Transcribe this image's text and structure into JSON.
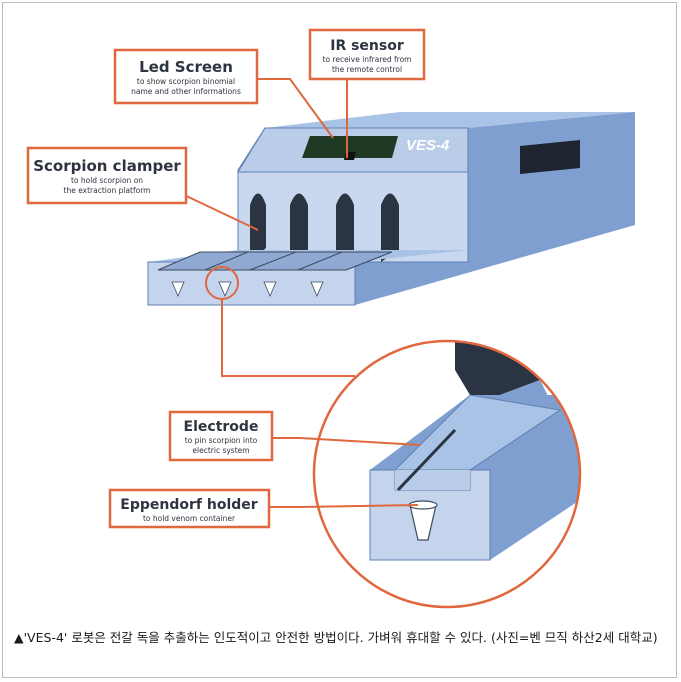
{
  "device_label": "VES-4",
  "labels": {
    "led_screen": {
      "title": "Led Screen",
      "line1": "to show scorpion binomial",
      "line2": "name and other informations"
    },
    "ir_sensor": {
      "title": "IR sensor",
      "line1": "to receive infrared from",
      "line2": "the remote control"
    },
    "scorpion_clamper": {
      "title": "Scorpion clamper",
      "line1": "to hold scorpion on",
      "line2": "the extraction platform"
    },
    "electrode": {
      "title": "Electrode",
      "line1": "to pin scorpion into",
      "line2": "electric system"
    },
    "eppendorf_holder": {
      "title": "Eppendorf holder",
      "line1": "to hold venom container"
    }
  },
  "caption": {
    "marker": "▲",
    "text": "'VES-4' 로봇은 전갈 독을 추출하는 인도적이고 안전한 방법이다. 가벼워 휴대할 수 있다. (사진=벤 므직 하산2세 대학교)"
  },
  "colors": {
    "callout_line": "#e0673e",
    "device_top": "#a9c3e6",
    "device_side": "#7f9fd1",
    "device_front": "#c4d4ec",
    "screen": "#1f3a24"
  }
}
